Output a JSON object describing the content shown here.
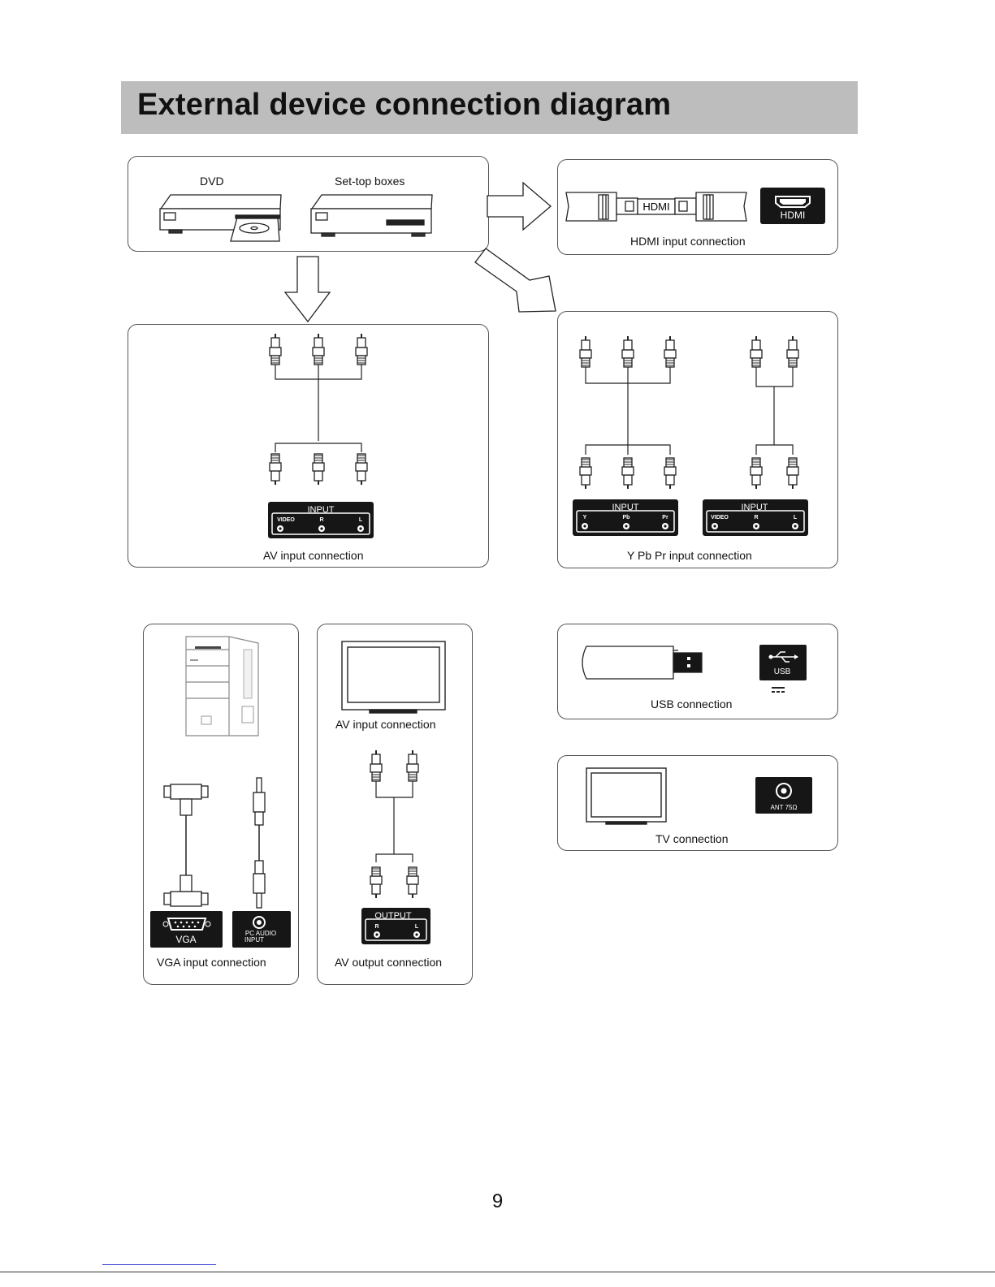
{
  "title": "External device connection diagram",
  "devices": {
    "dvd": "DVD",
    "stb": "Set-top boxes"
  },
  "hdmi": {
    "cable_label": "HDMI",
    "port_label": "HDMI",
    "caption": "HDMI input connection"
  },
  "av_in": {
    "panel_title": "INPUT",
    "ports": [
      "VIDEO",
      "R",
      "L"
    ],
    "caption": "AV input connection"
  },
  "ypbpr": {
    "panel1_title": "INPUT",
    "panel1_ports": [
      "Y",
      "Pb",
      "Pr"
    ],
    "panel2_title": "INPUT",
    "panel2_ports": [
      "VIDEO",
      "R",
      "L"
    ],
    "caption": "Y Pb Pr input connection"
  },
  "vga": {
    "port_label": "VGA",
    "audio_line1": "PC AUDIO",
    "audio_line2": "INPUT",
    "caption": "VGA input connection"
  },
  "av_out": {
    "tv_caption": "AV input connection",
    "panel_title": "OUTPUT",
    "ports": [
      "R",
      "L"
    ],
    "caption": "AV output connection"
  },
  "usb": {
    "port_label": "USB",
    "caption": "USB connection"
  },
  "tv": {
    "port_label": "ANT 75Ω",
    "caption": "TV connection"
  },
  "page_number": "9"
}
